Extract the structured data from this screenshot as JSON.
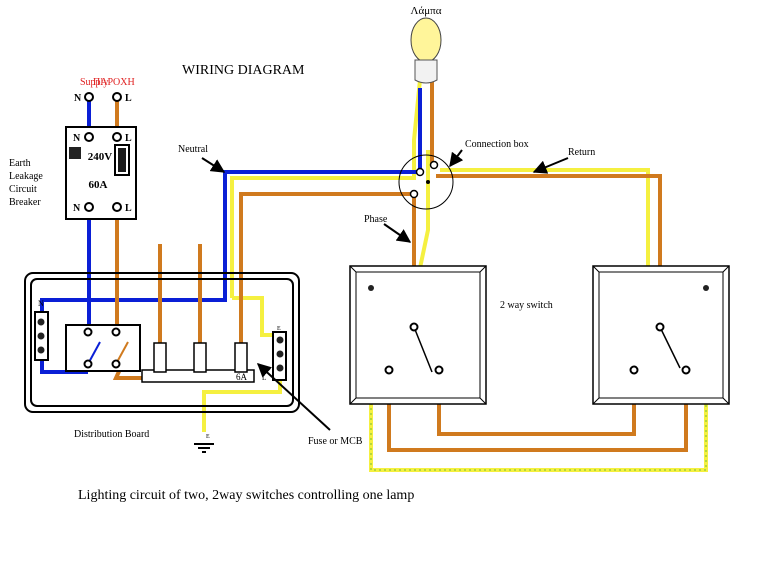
{
  "diagram": {
    "title": "WIRING DIAGRAM",
    "caption": "Lighting circuit of two, 2way switches controlling one lamp",
    "lamp_label": "Λάμπα",
    "supply_label": "Supply",
    "supply_overlay_label": "ΠΑΡΟΧΗ",
    "elcb": {
      "label_lines": [
        "Earth",
        "Leakage",
        "Circuit",
        "Breaker"
      ],
      "voltage": "240V",
      "current": "60A",
      "neutral_marker": "N",
      "live_marker": "L"
    },
    "distribution_board": {
      "label": "Distribution Board",
      "neutral_bar_label": "N",
      "earth_bar_label": "E",
      "fuse_rating": "6A",
      "live_marker": "L"
    },
    "annotations": {
      "neutral": "Neutral",
      "connection_box": "Connection box",
      "return": "Return",
      "phase": "Phase",
      "two_way_switch": "2 way switch",
      "fuse_or_mcb": "Fuse or MCB",
      "earth_symbol": "E"
    },
    "wire_colors": {
      "neutral": "#0a1fd6",
      "live": "#d07a1e",
      "earth": "#f5f040",
      "earth_dotted": "#9bcf3a"
    }
  }
}
